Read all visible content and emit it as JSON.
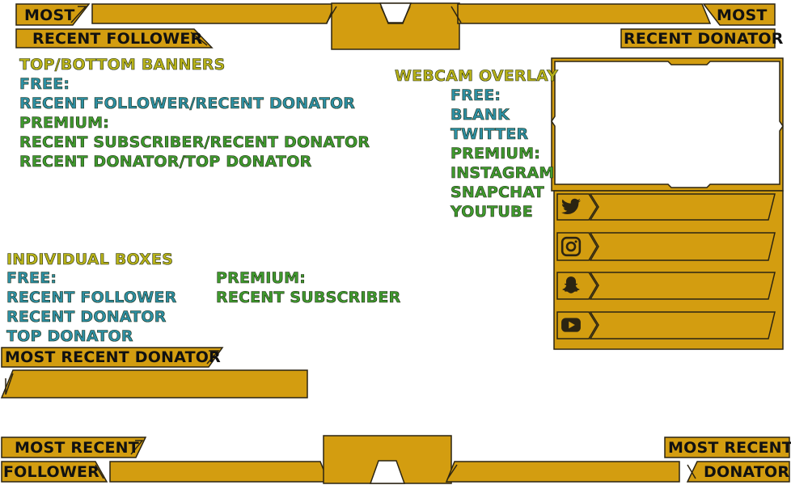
{
  "top_banner": {
    "left_line1": "MOST",
    "left_line2": "RECENT FOLLOWER",
    "right_line1": "MOST",
    "right_line2": "RECENT DONATOR"
  },
  "info": {
    "banners_heading": "TOP/BOTTOM BANNERS",
    "banners_free_label": "FREE:",
    "banners_free_1": "RECENT FOLLOWER/RECENT DONATOR",
    "banners_premium_label": "PREMIUM:",
    "banners_premium_1": "RECENT SUBSCRIBER/RECENT DONATOR",
    "banners_premium_2": "RECENT DONATOR/TOP DONATOR",
    "webcam_heading": "WEBCAM OVERLAY",
    "webcam_free_label": "FREE:",
    "webcam_free_1": "BLANK",
    "webcam_free_2": "TWITTER",
    "webcam_premium_label": "PREMIUM:",
    "webcam_premium_1": "INSTAGRAM",
    "webcam_premium_2": "SNAPCHAT",
    "webcam_premium_3": "YOUTUBE",
    "boxes_heading": "INDIVIDUAL BOXES",
    "boxes_free_label": "FREE:",
    "boxes_free_1": "RECENT FOLLOWER",
    "boxes_free_2": "RECENT DONATOR",
    "boxes_free_3": "TOP DONATOR",
    "boxes_premium_label": "PREMIUM:",
    "boxes_premium_1": "RECENT SUBSCRIBER"
  },
  "box": {
    "label": "MOST RECENT DONATOR"
  },
  "bottom_banner": {
    "left_line1": "MOST RECENT",
    "left_line2": "FOLLOWER",
    "right_line1": "MOST RECENT",
    "right_line2": "DONATOR"
  },
  "social_icons": [
    "twitter-icon",
    "instagram-icon",
    "snapchat-icon",
    "youtube-icon"
  ],
  "colors": {
    "gold": "#d39d10",
    "outline": "#2b2412",
    "heading_yellow": "#b8b219",
    "text_blue": "#2d8fa3",
    "text_green": "#3f9a2e"
  }
}
